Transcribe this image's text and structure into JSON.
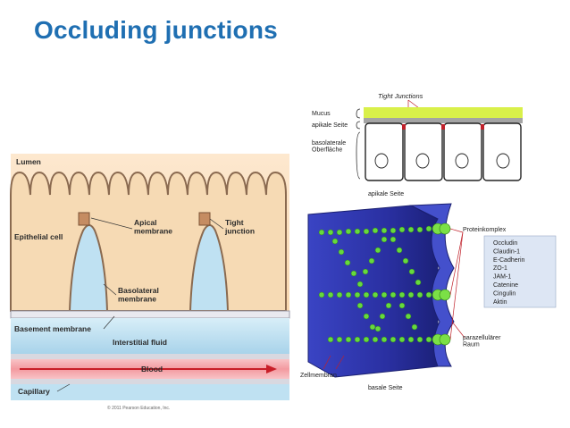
{
  "slide": {
    "title": "Occluding junctions"
  },
  "left_diagram": {
    "labels": {
      "lumen": "Lumen",
      "epithelial_cell": "Epithelial cell",
      "apical_membrane": "Apical\nmembrane",
      "tight_junction": "Tight\njunction",
      "basolateral_membrane": "Basolateral\nmembrane",
      "basement_membrane": "Basement membrane",
      "interstitial_fluid": "Interstitial fluid",
      "blood": "Blood",
      "capillary": "Capillary",
      "copyright": "© 2011 Pearson Education, Inc."
    },
    "colors": {
      "lumen": "#fbe0c2",
      "cell": "#f6dcb8",
      "interstitial": "#bfe0f0",
      "blood": "#f5a3a9",
      "arrow": "#d0202a"
    }
  },
  "top_right_diagram": {
    "labels": {
      "tight_junctions": "Tight Junctions",
      "mucus": "Mucus",
      "apical_side": "apikale Seite",
      "basolateral_surface": "basolaterale\nOberfläche"
    },
    "colors": {
      "mucus": "#d9f04a"
    }
  },
  "bottom_right_diagram": {
    "labels": {
      "apical_side": "apikale Seite",
      "protein_complex": "Proteinkomplex",
      "paracellular_space": "parazellulärer\nRaum",
      "cell_membrane": "Zellmembran",
      "basal_side": "basale Seite"
    },
    "proteins": [
      "Occludin",
      "Claudin-1",
      "E-Cadherin",
      "ZO-1",
      "JAM-1",
      "Catenine",
      "Cingulin",
      "Aktin"
    ],
    "colors": {
      "membrane": "#2b32a8",
      "protein": "#5fd23a",
      "legend_bg": "#dde6f4"
    }
  }
}
